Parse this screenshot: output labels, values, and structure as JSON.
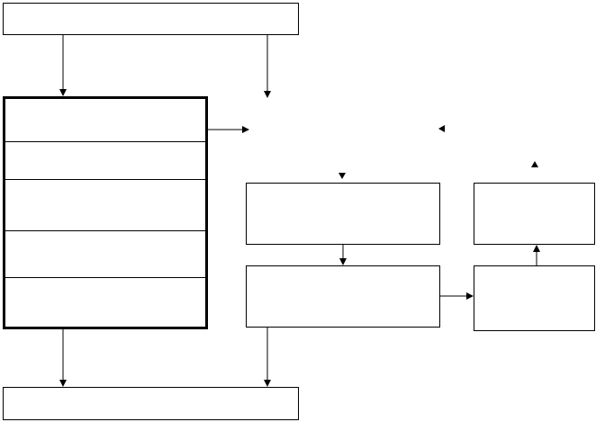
{
  "diagram": {
    "stroke_color": "#000000",
    "background_color": "#ffffff",
    "nodes": [
      {
        "id": "top-box",
        "label": ""
      },
      {
        "id": "stack-cell-1",
        "label": ""
      },
      {
        "id": "stack-cell-2",
        "label": ""
      },
      {
        "id": "stack-cell-3",
        "label": ""
      },
      {
        "id": "stack-cell-4",
        "label": ""
      },
      {
        "id": "stack-cell-5",
        "label": ""
      },
      {
        "id": "middle-upper-box",
        "label": ""
      },
      {
        "id": "middle-lower-box",
        "label": ""
      },
      {
        "id": "right-upper-box",
        "label": ""
      },
      {
        "id": "right-lower-box",
        "label": ""
      },
      {
        "id": "bottom-box",
        "label": ""
      }
    ]
  }
}
